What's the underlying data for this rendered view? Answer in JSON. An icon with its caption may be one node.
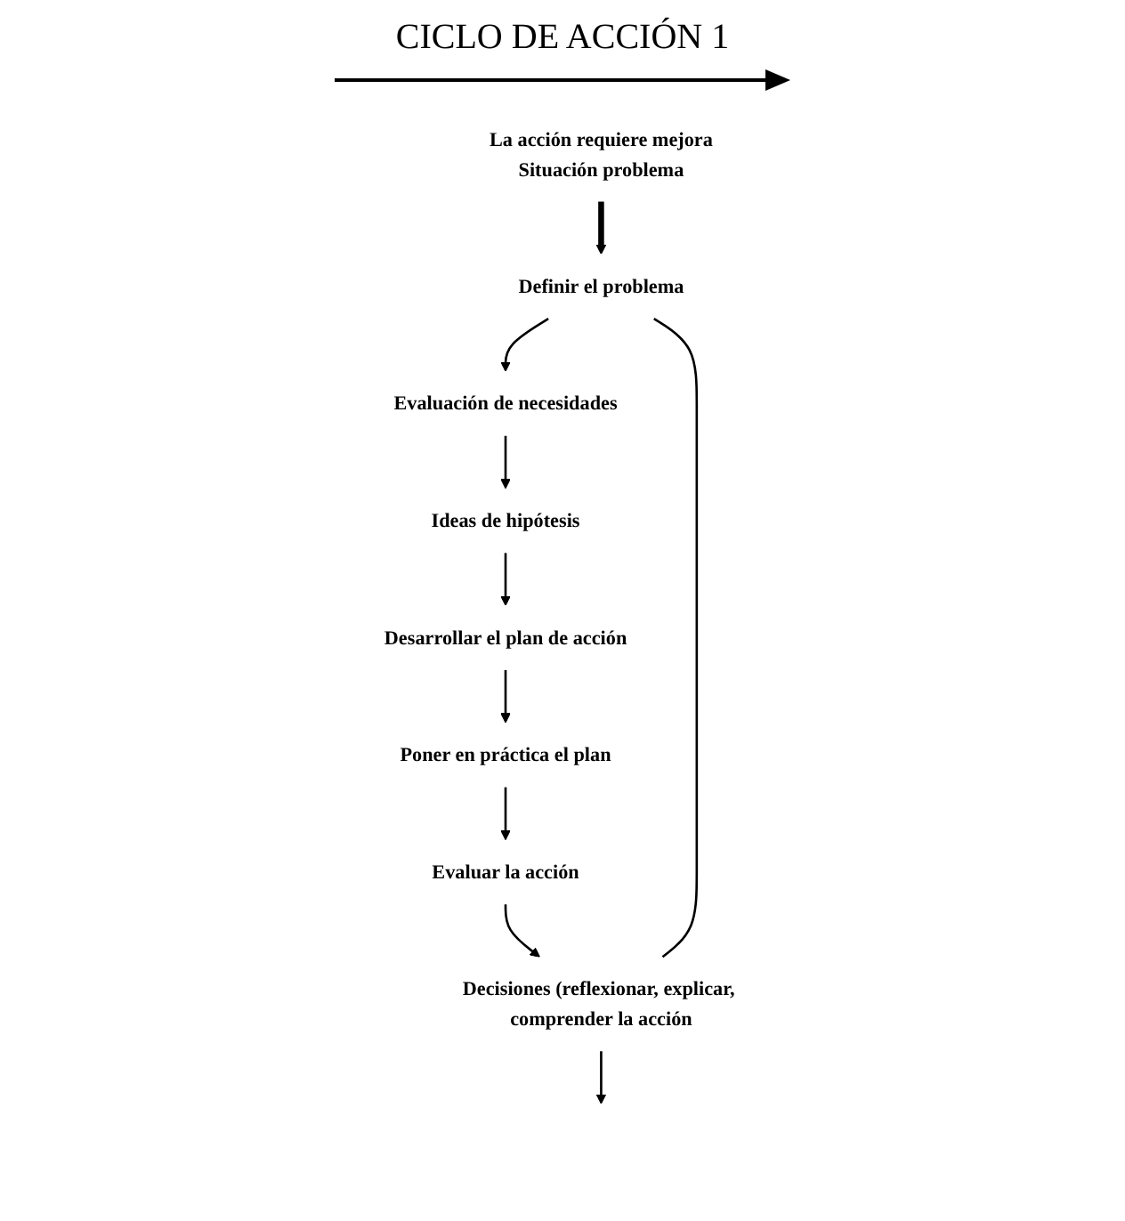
{
  "diagram": {
    "title": "CICLO DE ACCIÓN 1",
    "nodes": [
      {
        "text": [
          "La acción requiere mejora",
          "Situación problema"
        ]
      },
      {
        "text": [
          "Definir el problema"
        ]
      },
      {
        "text": [
          "Evaluación de necesidades"
        ]
      },
      {
        "text": [
          "Ideas de hipótesis"
        ]
      },
      {
        "text": [
          "Desarrollar el plan de acción"
        ]
      },
      {
        "text": [
          "Poner en práctica el plan"
        ]
      },
      {
        "text": [
          "Evaluar la acción"
        ]
      },
      {
        "text": [
          "Decisiones (reflexionar, explicar, comprender la acción"
        ]
      }
    ],
    "edges": [
      {
        "from": 0,
        "to": 1,
        "arrow": "to",
        "style": "thick"
      },
      {
        "from": 1,
        "to": 2,
        "arrow": "to"
      },
      {
        "from": 2,
        "to": 3,
        "arrow": "to"
      },
      {
        "from": 3,
        "to": 4,
        "arrow": "to"
      },
      {
        "from": 4,
        "to": 5,
        "arrow": "to"
      },
      {
        "from": 5,
        "to": 6,
        "arrow": "to"
      },
      {
        "from": 6,
        "to": 7,
        "arrow": "to"
      },
      {
        "from": 1,
        "to": 7,
        "arrow": "none"
      },
      {
        "from": 7,
        "to": null,
        "arrow": "to"
      }
    ]
  }
}
